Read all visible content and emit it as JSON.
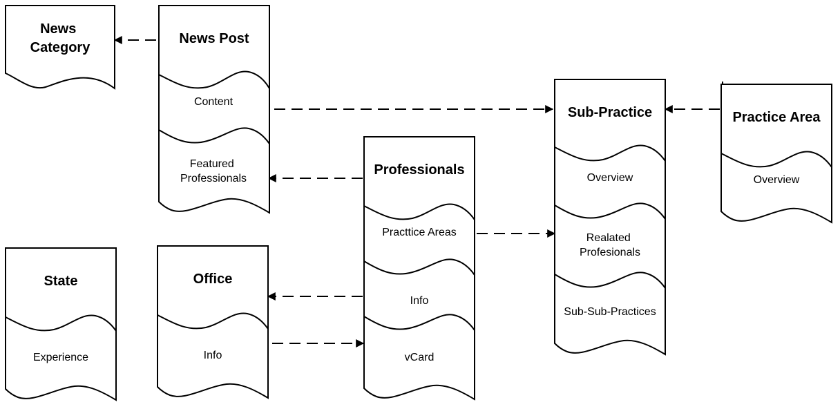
{
  "nodes": {
    "news_category": {
      "title": [
        "News",
        "Category"
      ],
      "sections": []
    },
    "news_post": {
      "title": [
        "News Post"
      ],
      "sections": [
        [
          "Content"
        ],
        [
          "Featured",
          "Professionals"
        ]
      ]
    },
    "professionals": {
      "title": [
        "Professionals"
      ],
      "sections": [
        [
          "Practtice Areas"
        ],
        [
          "Info"
        ],
        [
          "vCard"
        ]
      ]
    },
    "sub_practice": {
      "title": [
        "Sub-Practice"
      ],
      "sections": [
        [
          "Overview"
        ],
        [
          "Realated",
          "Profesionals"
        ],
        [
          "Sub-Sub-Practices"
        ]
      ]
    },
    "practice_area": {
      "title": [
        "Practice Area"
      ],
      "sections": [
        [
          "Overview"
        ]
      ]
    },
    "state": {
      "title": [
        "State"
      ],
      "sections": [
        [
          "Experience"
        ]
      ]
    },
    "office": {
      "title": [
        "Office"
      ],
      "sections": [
        [
          "Info"
        ]
      ]
    }
  },
  "connections": [
    {
      "from": "news_post",
      "to": "news_category",
      "style": "dashed"
    },
    {
      "from": "news_post.content",
      "to": "sub_practice",
      "style": "dashed"
    },
    {
      "from": "practice_area",
      "to": "sub_practice",
      "style": "dashed"
    },
    {
      "from": "professionals",
      "to": "news_post.featured_professionals",
      "style": "dashed"
    },
    {
      "from": "professionals.practtice_areas",
      "to": "sub_practice.realated_profesionals",
      "style": "dashed"
    },
    {
      "from": "professionals.info",
      "to": "office",
      "style": "dashed"
    },
    {
      "from": "office.info",
      "to": "professionals.vcard",
      "style": "dashed"
    }
  ],
  "colors": {
    "stroke": "#000000",
    "fill": "#ffffff",
    "text": "#000000"
  }
}
